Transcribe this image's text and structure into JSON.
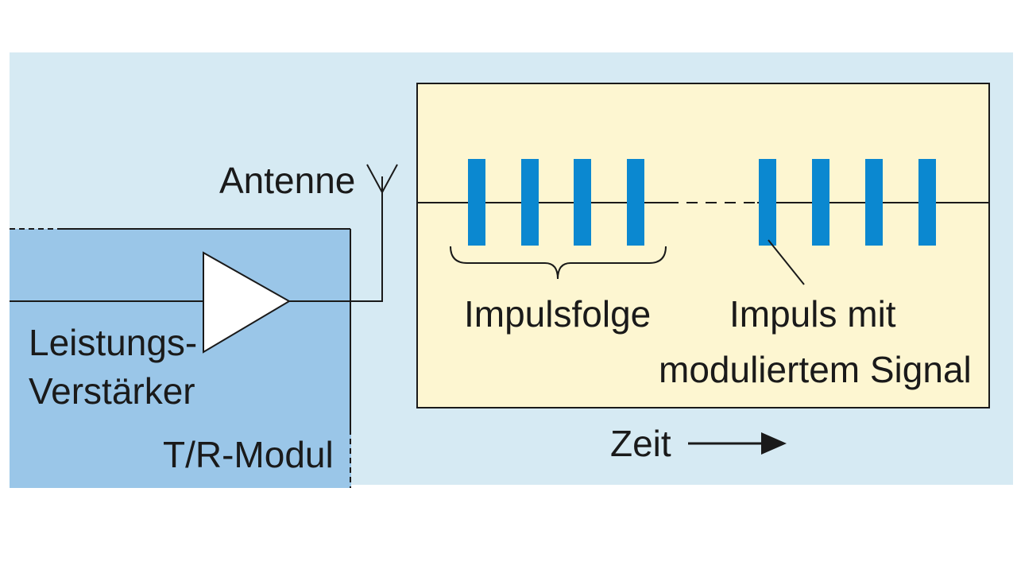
{
  "labels": {
    "antenna": "Antenne",
    "amplifier_line1": "Leistungs-",
    "amplifier_line2": "Verstärker",
    "module": "T/R-Modul",
    "pulse_train": "Impulsfolge",
    "pulse_line1": "Impuls mit",
    "pulse_line2": "moduliertem Signal",
    "time_axis": "Zeit"
  },
  "colors": {
    "outer_background": "#d6eaf3",
    "module_fill": "#9ac6e8",
    "signal_panel_fill": "#fdf6d1",
    "pulse_fill": "#0b88d0",
    "line": "#1a1a1a"
  },
  "pulse_groups": [
    {
      "name": "Impulsfolge",
      "pulse_count": 4
    },
    {
      "name": "Impuls mit moduliertem Signal",
      "pulse_count": 4
    }
  ],
  "icons": [
    "antenna-icon",
    "amplifier-triangle-icon",
    "arrow-right-icon",
    "brace-icon"
  ]
}
